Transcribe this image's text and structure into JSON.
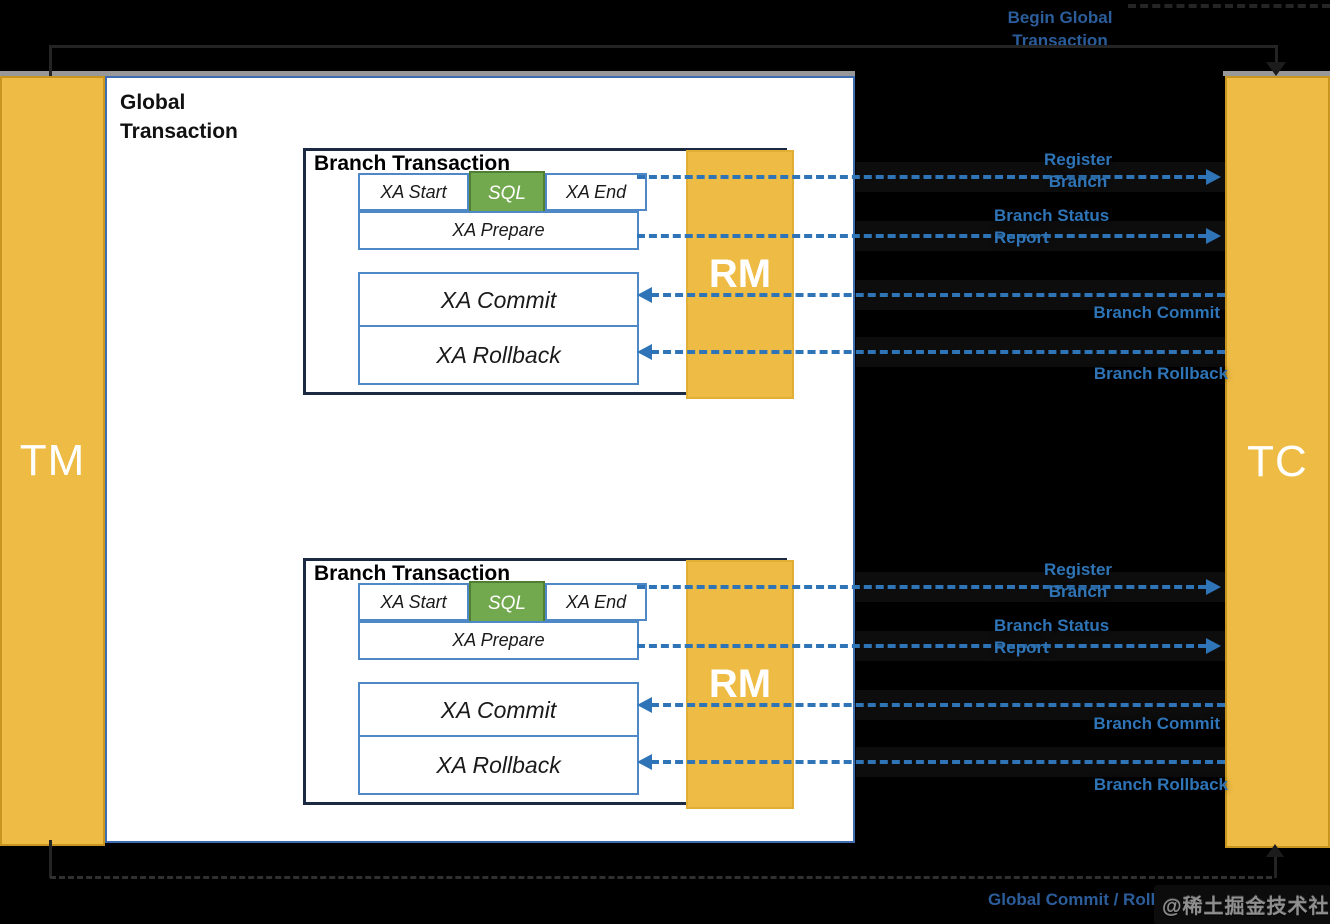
{
  "diagram": {
    "tm_label": "TM",
    "tc_label": "TC",
    "global_transaction_title": "Global Transaction",
    "top_flow_label": "Begin Global Transaction",
    "bottom_flow_label": "Global Commit / Rollback",
    "branches": [
      {
        "title": "Branch Transaction",
        "rm_label": "RM",
        "steps": {
          "xa_start": "XA Start",
          "sql": "SQL",
          "xa_end": "XA End",
          "xa_prepare": "XA Prepare",
          "xa_commit": "XA Commit",
          "xa_rollback": "XA Rollback"
        },
        "flows": {
          "register_branch": "Register Branch",
          "branch_status_report": "Branch Status Report",
          "branch_commit": "Branch Commit",
          "branch_rollback": "Branch Rollback"
        }
      },
      {
        "title": "Branch Transaction",
        "rm_label": "RM",
        "steps": {
          "xa_start": "XA Start",
          "sql": "SQL",
          "xa_end": "XA End",
          "xa_prepare": "XA Prepare",
          "xa_commit": "XA Commit",
          "xa_rollback": "XA Rollback"
        },
        "flows": {
          "register_branch": "Register Branch",
          "branch_status_report": "Branch Status Report",
          "branch_commit": "Branch Commit",
          "branch_rollback": "Branch Rollback"
        }
      }
    ],
    "watermark": "@稀土掘金技术社区",
    "colors": {
      "actor_yellow": "#EEBB44",
      "actor_yellow_border": "#C89620",
      "arrow_blue": "#2E74B6",
      "inner_border_blue": "#4F88C7",
      "global_border_blue": "#3F6CB0",
      "branch_border_navy": "#1B2A42",
      "sql_green": "#73A94E",
      "sql_green_border": "#507E32",
      "endpoint_label_blue": "#2b5d9b"
    }
  }
}
